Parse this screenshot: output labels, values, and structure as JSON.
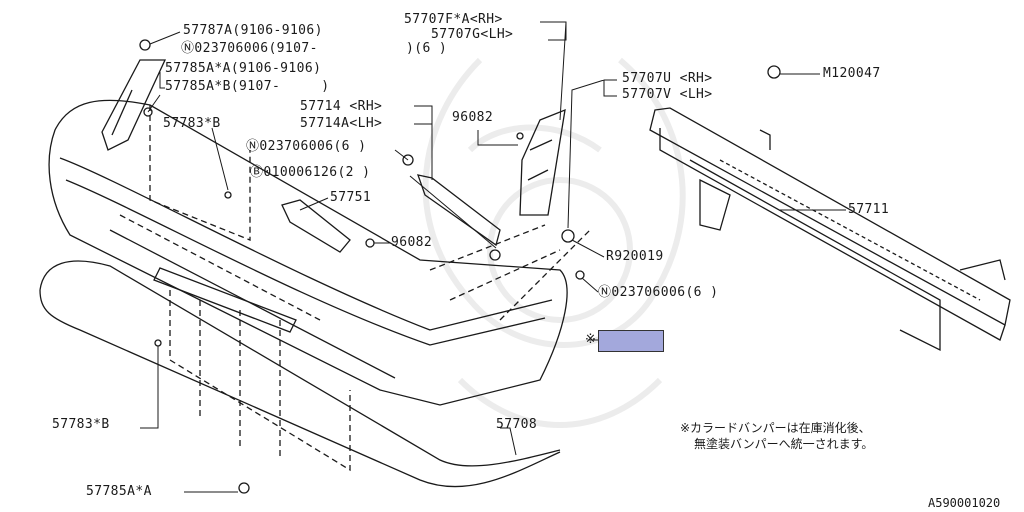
{
  "diagram": {
    "reference_code": "A590001020",
    "labels": [
      {
        "id": "p57787a",
        "text": "57787A(9106-9106)"
      },
      {
        "id": "n023a",
        "text": "Ⓝ023706006(9107-"
      },
      {
        "id": "n023a2",
        "text": ")(6 )"
      },
      {
        "id": "p57785a_a",
        "text": "57785A*A(9106-9106)"
      },
      {
        "id": "p57785a_b",
        "text": "57785A*B(9107-     )"
      },
      {
        "id": "p57783b_top",
        "text": "57783*B"
      },
      {
        "id": "p57707f",
        "text": "57707F*A<RH>"
      },
      {
        "id": "p57707g",
        "text": "57707G<LH>"
      },
      {
        "id": "p57707u",
        "text": "57707U <RH>"
      },
      {
        "id": "p57707v",
        "text": "57707V <LH>"
      },
      {
        "id": "m120047",
        "text": "M120047"
      },
      {
        "id": "p57714",
        "text": "57714 <RH>"
      },
      {
        "id": "p57714a",
        "text": "57714A<LH>"
      },
      {
        "id": "p96082_top",
        "text": "96082"
      },
      {
        "id": "n023b",
        "text": "Ⓝ023706006(6 )"
      },
      {
        "id": "b010",
        "text": "Ⓑ010006126(2 )"
      },
      {
        "id": "p57751",
        "text": "57751"
      },
      {
        "id": "p96082_mid",
        "text": "96082"
      },
      {
        "id": "p57711",
        "text": "57711"
      },
      {
        "id": "r920019",
        "text": "R920019"
      },
      {
        "id": "n023c",
        "text": "Ⓝ023706006(6 )"
      },
      {
        "id": "p57783b_low",
        "text": "57783*B"
      },
      {
        "id": "p57708",
        "text": "57708"
      },
      {
        "id": "p57785a_a_low",
        "text": "57785A*A"
      },
      {
        "id": "color_mark",
        "text": "※"
      }
    ],
    "note_lines": [
      "※カラードバンパーは在庫消化後、",
      "無塗装バンパーへ統一されます。"
    ],
    "colors": {
      "line": "#1a1a1a",
      "swatch": "#a3a8dc",
      "watermark": "#ececec"
    }
  }
}
